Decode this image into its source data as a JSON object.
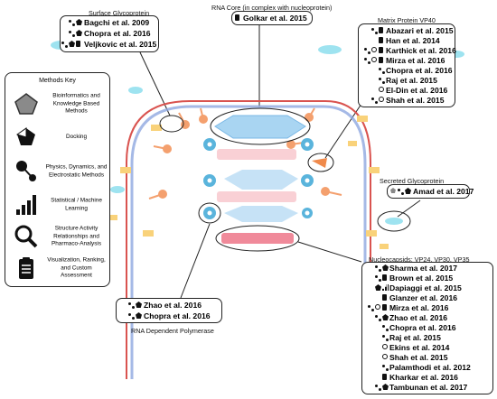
{
  "colors": {
    "membrane_red": "#d9534f",
    "membrane_blue": "#7f9fd8",
    "core_blue": "#9fd0f0",
    "pink": "#f7c6cc",
    "gear": "#5ab4dc",
    "orange": "#f08a4b",
    "yellow": "#f9d27a",
    "cyan": "#9ee3f0"
  },
  "surface": {
    "title": "Surface Glycoprotein",
    "refs": [
      {
        "icons": [
          "dots",
          "dock"
        ],
        "text": "Bagchi et al. 2009"
      },
      {
        "icons": [
          "dots",
          "dock"
        ],
        "text": "Chopra et al. 2016"
      },
      {
        "icons": [
          "dots",
          "dock",
          "doc"
        ],
        "text": "Veljkovic et al. 2015"
      }
    ]
  },
  "rna_core": {
    "title": "RNA Core (in complex with nucleoprotein)",
    "refs": [
      {
        "icons": [
          "doc"
        ],
        "text": "Golkar et al. 2015"
      }
    ]
  },
  "matrix": {
    "title": "Matrix Protein VP40",
    "refs": [
      {
        "icons": [
          "dots",
          "doc"
        ],
        "text": "Abazari et al. 2015"
      },
      {
        "icons": [
          "doc"
        ],
        "text": "Han et al. 2014"
      },
      {
        "icons": [
          "dots",
          "mag",
          "doc"
        ],
        "text": "Karthick et al. 2016"
      },
      {
        "icons": [
          "dots",
          "mag",
          "doc"
        ],
        "text": "Mirza et al. 2016"
      },
      {
        "icons": [
          "dots"
        ],
        "text": "Chopra et al. 2016"
      },
      {
        "icons": [
          "dots"
        ],
        "text": "Raj et al. 2015"
      },
      {
        "icons": [
          "mag"
        ],
        "text": "El-Din et al. 2016"
      },
      {
        "icons": [
          "dots",
          "mag"
        ],
        "text": "Shah et al. 2015"
      }
    ]
  },
  "secreted": {
    "title": "Secreted Glycoprotein",
    "refs": [
      {
        "icons": [
          "pent",
          "dots",
          "dock"
        ],
        "text": "Amad et al. 2017"
      }
    ]
  },
  "methods_key": {
    "title": "Methods Key",
    "items": [
      {
        "icon": "pentagon-icon",
        "label": "Bioinformatics and Knowledge Based Methods"
      },
      {
        "icon": "docking-icon",
        "label": "Docking"
      },
      {
        "icon": "dynamics-icon",
        "label": "Physics, Dynamics, and Electrostatic Methods"
      },
      {
        "icon": "bar-chart-icon",
        "label": "Statistical / Machine Learning"
      },
      {
        "icon": "magnifier-icon",
        "label": "Structure Activity Relationships and Pharmaco-Analysis"
      },
      {
        "icon": "clipboard-icon",
        "label": "Visualization, Ranking, and Custom Assessment"
      }
    ]
  },
  "polymerase": {
    "title": "RNA Dependent Polymerase",
    "refs": [
      {
        "icons": [
          "dots",
          "dock"
        ],
        "text": "Zhao et al. 2016"
      },
      {
        "icons": [
          "dots",
          "dock"
        ],
        "text": "Chopra et al. 2016"
      }
    ]
  },
  "nucleocapsids": {
    "title": "Nucleocapsids: VP24, VP30, VP35",
    "refs": [
      {
        "icons": [
          "dots",
          "dock"
        ],
        "text": "Sharma et al. 2017"
      },
      {
        "icons": [
          "dots",
          "doc"
        ],
        "text": "Brown et al. 2015"
      },
      {
        "icons": [
          "dock",
          "bars"
        ],
        "text": "Dapiaggi et al. 2015"
      },
      {
        "icons": [
          "doc"
        ],
        "text": "Glanzer et al. 2016"
      },
      {
        "icons": [
          "dots",
          "mag",
          "doc"
        ],
        "text": "Mirza et al. 2016"
      },
      {
        "icons": [
          "dots",
          "dock"
        ],
        "text": "Zhao et al. 2016"
      },
      {
        "icons": [
          "dots"
        ],
        "text": "Chopra et al. 2016"
      },
      {
        "icons": [
          "dots"
        ],
        "text": "Raj et al. 2015"
      },
      {
        "icons": [
          "mag"
        ],
        "text": "Ekins et al. 2014"
      },
      {
        "icons": [
          "mag"
        ],
        "text": "Shah et al. 2015"
      },
      {
        "icons": [
          "dots"
        ],
        "text": "Palamthodi et al. 2012"
      },
      {
        "icons": [
          "doc"
        ],
        "text": "Kharkar et al. 2016"
      },
      {
        "icons": [
          "dots",
          "dock"
        ],
        "text": "Tambunan et al. 2017"
      }
    ]
  }
}
